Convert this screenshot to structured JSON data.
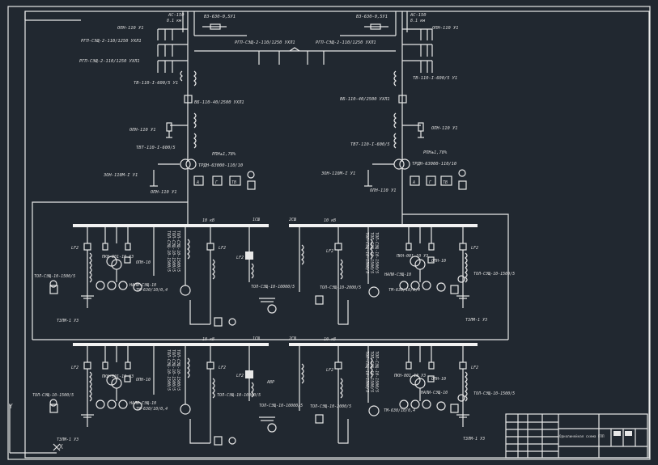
{
  "labels": {
    "ac150_l": "AC-150",
    "ac150_l2": "8.1 км",
    "ac150_r": "AC-150",
    "ac150_r2": "8.1 км",
    "vz_l": "ВЗ-630-0,5У1",
    "vz_r": "ВЗ-630-0,5У1",
    "opn110_tl": "ОПН-110 У1",
    "opn110_tr": "ОПН-110 У1",
    "rgp_l1": "РГП-СЭЩ-2-110/1250 УХЛ1",
    "rgp_l2": "РГП-СЭЩ-2-110/1250 УХЛ1",
    "rgp_c1": "РГП-СЭЩ-2-110/1250 УХЛ1",
    "rgp_c2": "РГП-СЭЩ-2-110/1250 УХЛ1",
    "tv_l": "ТВ-110-I-600/5 У1",
    "tv_r": "ТВ-110-I-600/5 У1",
    "vb_l": "ВБ-110-40/2500 УХЛ1",
    "vb_r": "ВБ-110-40/2500 УХЛ1",
    "opn110_ml": "ОПН-110 У1",
    "opn110_mr": "ОПН-110 У1",
    "tvt_l": "ТВТ-110-I-600/5",
    "tvt_r": "ТВТ-110-I-600/5",
    "rpn_l": "РПН±1,78%",
    "rpn_r": "РПН±1,78%",
    "trdn_l": "ТРДН-63000-110/10",
    "trdn_r": "ТРДН-63000-110/10",
    "zon_l": "ЗОН-110М-I У1",
    "zon_r": "ЗОН-110М-I У1",
    "opn110_bl": "ОПН-110 У1",
    "opn110_br": "ОПН-110 У1",
    "relay_a": "A",
    "relay_g": "Г",
    "relay_tv": "ТВ",
    "kv10": "10 кВ",
    "sec1": "1СШ",
    "sec2": "2СШ",
    "lf2": "LF2",
    "pkn": "ПКН-001-10 УЗ",
    "opn10": "ОПН-10",
    "nali": "НАЛИ-СЭЩ-10",
    "tm630": "ТМ-630/10/0,4",
    "tol1500": "ТОЛ-СЭЩ-10-1500/5",
    "tol10000": "ТОЛ-СЭЩ-10-10000/5",
    "tol2000": "ТОЛ-СЭЩ-10-2000/5",
    "tzlm": "ТЗЛМ-1 УЗ",
    "avr": "АВР",
    "vert_tol": "ТОЛ-СЭЩ-10-1500/5",
    "ucs_y": "Y",
    "ucs_x": "X",
    "tb_title": "Однолинейная схема ГПП"
  }
}
